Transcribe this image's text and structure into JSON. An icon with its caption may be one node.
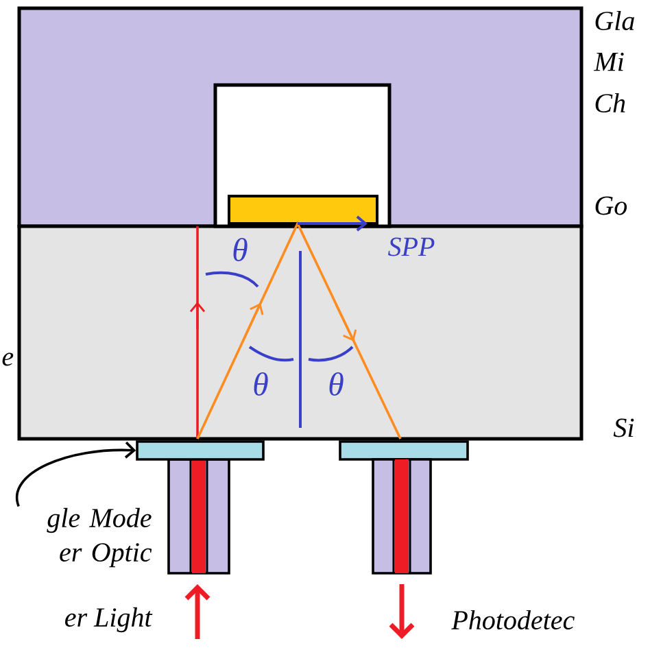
{
  "diagram": {
    "nodes": [
      {
        "text": [
          "gle Mode er Optic"
        ]
      },
      {
        "text": [],
        "shape": "box"
      }
    ],
    "edges": [
      {
        "from": 0,
        "to": 1,
        "arrow": "to"
      }
    ],
    "labels": [
      "Gla",
      "Mi",
      "Ch",
      "Go",
      "θ",
      "SPP",
      "e",
      "θ",
      "θ",
      "Si",
      "er Light",
      "Photodetec"
    ]
  }
}
